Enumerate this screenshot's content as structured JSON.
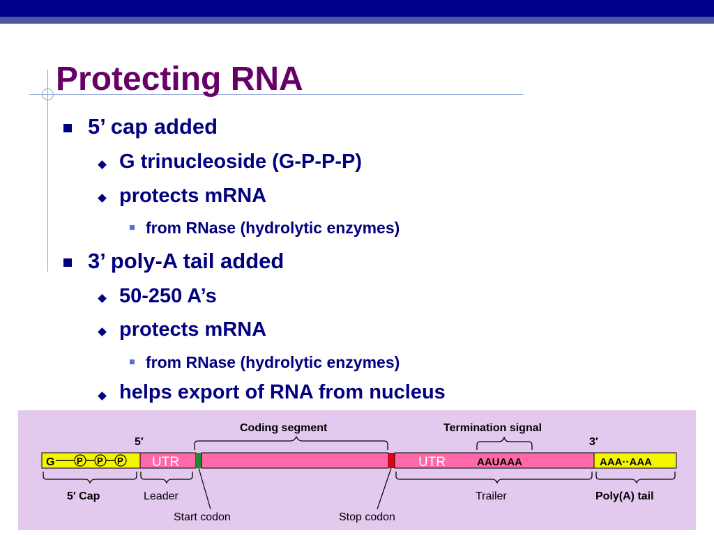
{
  "title": "Protecting RNA",
  "bullets": [
    {
      "text": "5’ cap added",
      "children": [
        {
          "text": "G trinucleoside (G-P-P-P)"
        },
        {
          "text": "protects mRNA",
          "children": [
            {
              "text": "from RNase (hydrolytic enzymes)"
            }
          ]
        }
      ]
    },
    {
      "text": "3’ poly-A tail added",
      "children": [
        {
          "text": "50-250 A’s"
        },
        {
          "text": "protects mRNA",
          "children": [
            {
              "text": "from RNase (hydrolytic enzymes)"
            }
          ]
        },
        {
          "text": "helps export of RNA from nucleus"
        }
      ]
    }
  ],
  "diagram": {
    "five_prime": "5′",
    "three_prime": "3′",
    "cap_g": "G",
    "phosphate": "P",
    "utr_left": "UTR",
    "utr_right": "UTR",
    "signal_seq": "AAUAAA",
    "poly_a_seq": "AAA··AAA",
    "coding_segment": "Coding segment",
    "termination_signal": "Termination signal",
    "cap_label": "5′ Cap",
    "leader_label": "Leader",
    "start_codon": "Start codon",
    "stop_codon": "Stop codon",
    "trailer_label": "Trailer",
    "polya_label": "Poly(A) tail"
  },
  "colors": {
    "title": "#660066",
    "text": "#000080",
    "cap_tail": "#f5f500",
    "rna_body": "#ff69a7",
    "start_codon": "#1e8c2e",
    "stop_codon": "#e00010",
    "diagram_bg": "#e3c9ee"
  }
}
